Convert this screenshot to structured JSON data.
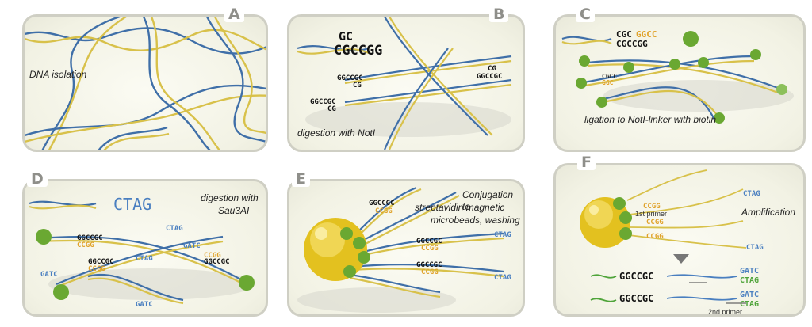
{
  "panels": {
    "a": {
      "label": "A",
      "caption": "DNA isolation"
    },
    "b": {
      "label": "B",
      "caption": "digestion with NotI",
      "big_top": "GC",
      "big_bottom": "CGCCGG",
      "end_top": "GGCCGC",
      "end_bottom": "CG"
    },
    "c": {
      "label": "C",
      "caption": "ligation to NotI-linker with biotin",
      "linker_top_black": "CGC",
      "linker_top_orange": "GGCC",
      "linker_bottom": "CGCCGG",
      "end_black": "CGCC",
      "end_orange": "GGC"
    },
    "d": {
      "label": "D",
      "caption_line1": "digestion with",
      "caption_line2": "Sau3AI",
      "big_seq": "CTAG",
      "end_top": "GGCCGC",
      "end_bottom": "CCGG",
      "site": "CTAG",
      "site_rev": "GATC"
    },
    "e": {
      "label": "E",
      "caption_line1": "Conjugation to",
      "caption_line2": "streptavidin magnetic",
      "caption_line3": "microbeads, washing",
      "end_top": "GGCCGC",
      "end_bottom": "CCGG",
      "site": "CTAG"
    },
    "f": {
      "label": "F",
      "caption": "Amplification",
      "primer1": "1st primer",
      "primer2": "2nd primer",
      "ccgg": "CCGG",
      "site": "CTAG",
      "prod_seq": "GGCCGC",
      "prod_gatc": "GATC",
      "prod_ctag": "CTAG"
    }
  },
  "colors": {
    "strand_blue": "#3f6fa8",
    "strand_gold": "#d8c14a",
    "bead_green": "#6aa832",
    "bead_gold": "#e3c11f",
    "seq_orange": "#e0a22a",
    "seq_blue": "#4a7fc0",
    "product_green": "#4fa43a"
  }
}
